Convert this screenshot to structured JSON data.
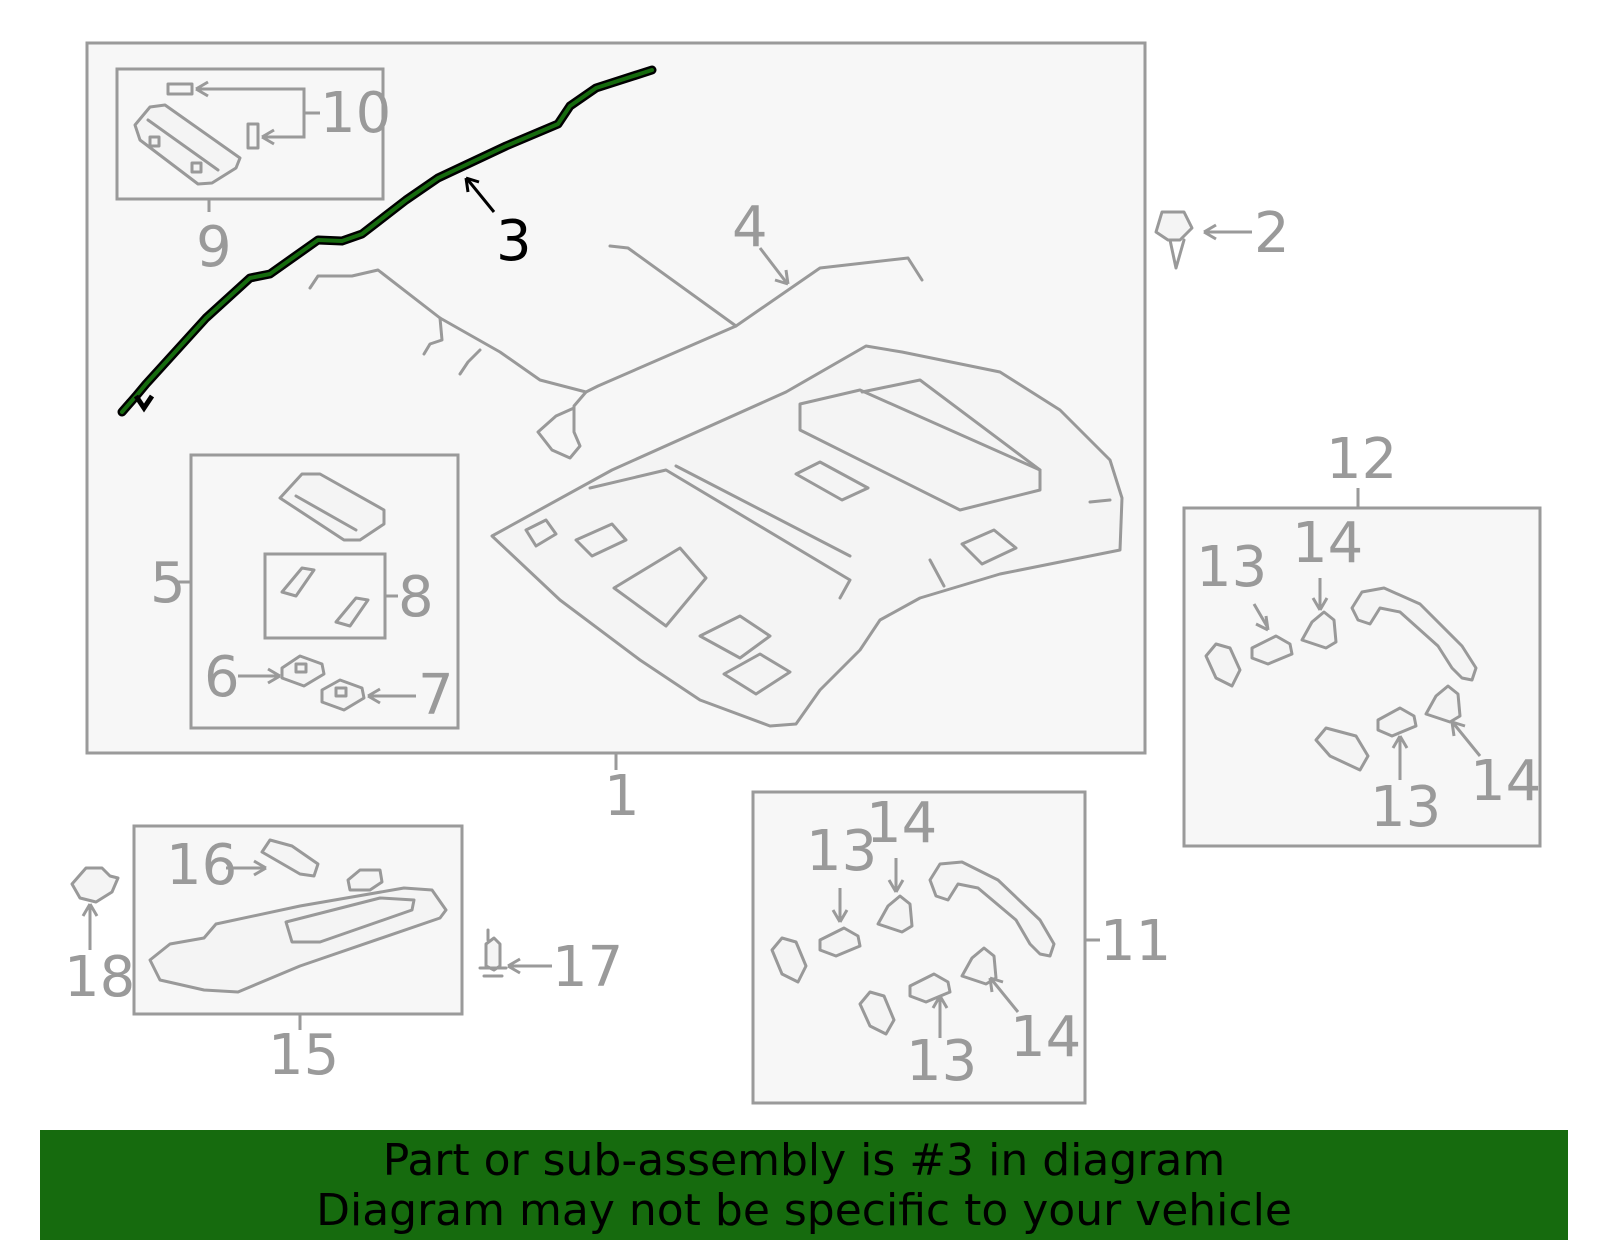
{
  "diagram": {
    "highlighted_part": "3",
    "highlight_color": "#166b0e",
    "labels": {
      "p1": "1",
      "p2": "2",
      "p3": "3",
      "p4": "4",
      "p5": "5",
      "p6": "6",
      "p7": "7",
      "p8": "8",
      "p9": "9",
      "p10": "10",
      "p11": "11",
      "p12": "12",
      "p13": "13",
      "p14": "14",
      "p15": "15",
      "p16": "16",
      "p17": "17",
      "p18": "18"
    }
  },
  "banner": {
    "line1": "Part or sub-assembly is #3 in diagram",
    "line2": "Diagram may not be specific to your vehicle",
    "background": "#166b0e"
  }
}
